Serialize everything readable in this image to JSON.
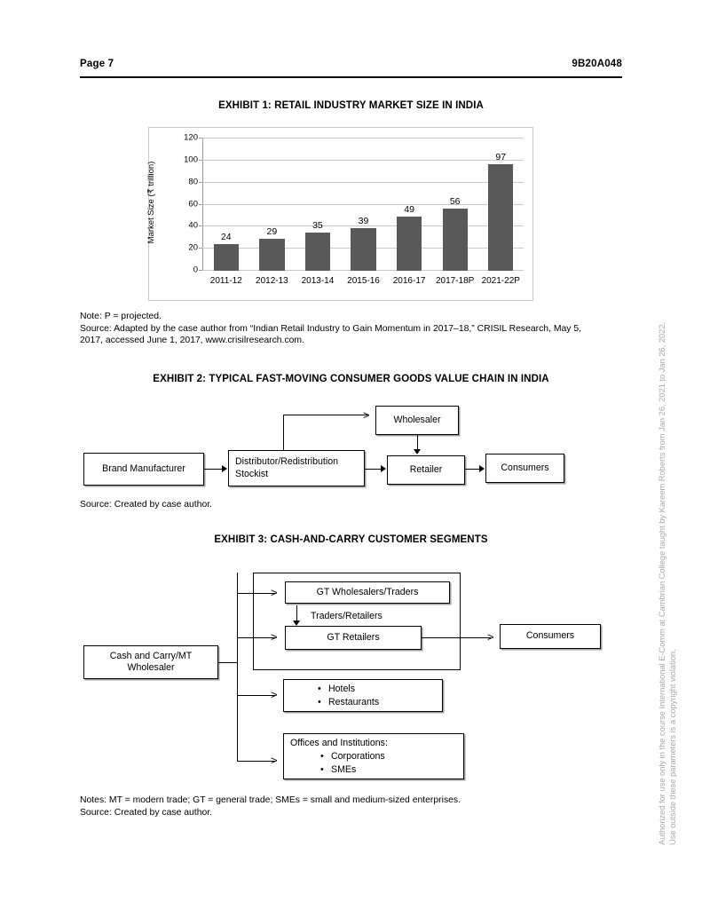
{
  "header": {
    "page_label": "Page 7",
    "doc_id": "9B20A048"
  },
  "exhibit1": {
    "title": "EXHIBIT 1: RETAIL INDUSTRY MARKET SIZE IN INDIA",
    "notes_line1": "Note: P = projected.",
    "notes_line2": "Source: Adapted by the case author from “Indian Retail Industry to Gain Momentum in 2017–18,” CRISIL Research, May 5,",
    "notes_line3": "2017, accessed June 1, 2017, www.crisilresearch.com."
  },
  "chart_data": {
    "type": "bar",
    "title": "EXHIBIT 1: RETAIL INDUSTRY MARKET SIZE IN INDIA",
    "categories": [
      "2011-12",
      "2012-13",
      "2013-14",
      "2015-16",
      "2016-17",
      "2017-18P",
      "2021-22P"
    ],
    "values": [
      24,
      29,
      35,
      39,
      49,
      56,
      97
    ],
    "xlabel": "",
    "ylabel": "Market Size (₹ trillion)",
    "ylim": [
      0,
      120
    ],
    "yticks": [
      0,
      20,
      40,
      60,
      80,
      100,
      120
    ],
    "ytick_labels": [
      "0",
      "20",
      "40",
      "60",
      "80",
      "100",
      "120"
    ],
    "grid": true,
    "legend": false,
    "bar_color": "#595959",
    "data_labels": [
      "24",
      "29",
      "35",
      "39",
      "49",
      "56",
      "97"
    ]
  },
  "exhibit2": {
    "title": "EXHIBIT 2: TYPICAL FAST-MOVING CONSUMER GOODS VALUE CHAIN IN INDIA",
    "nodes": {
      "brand_manufacturer": "Brand Manufacturer",
      "distributor": "Distributor/Redistribution\nStockist",
      "distributor_line1": "Distributor/Redistribution",
      "distributor_line2": "Stockist",
      "wholesaler": "Wholesaler",
      "retailer": "Retailer",
      "consumers": "Consumers"
    },
    "source": "Source: Created by case author."
  },
  "exhibit3": {
    "title": "EXHIBIT 3: CASH-AND-CARRY CUSTOMER SEGMENTS",
    "nodes": {
      "cash_and_carry_line1": "Cash and Carry/MT",
      "cash_and_carry_line2": "Wholesaler",
      "gt_wholesalers": "GT Wholesalers/Traders",
      "traders_retailers_label": "Traders/Retailers",
      "gt_retailers": "GT Retailers",
      "consumers": "Consumers",
      "hotels": "Hotels",
      "restaurants": "Restaurants",
      "offices_heading": "Offices and Institutions:",
      "corporations": "Corporations",
      "smes": "SMEs",
      "bullet_glyph": "•"
    },
    "notes_line1": "Notes: MT = modern trade; GT = general trade; SMEs = small and medium-sized enterprises.",
    "notes_line2": "Source: Created by case author."
  },
  "watermark": {
    "line1": "Authorized for use only in the course International E-Comm at Cambrian College taught by Kareem  Roberts  from Jan 26, 2021 to Jan 26, 2022.",
    "line2": "Use outside these parameters is a copyright violation."
  }
}
